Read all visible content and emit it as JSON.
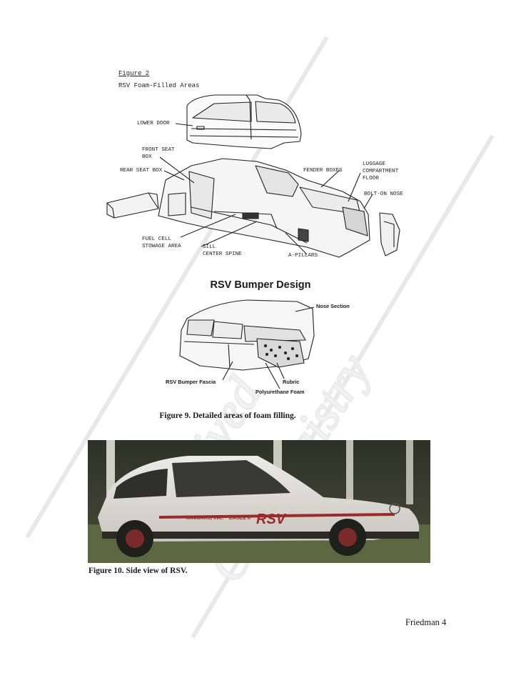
{
  "figure2": {
    "label": "Figure 2",
    "subtitle": "RSV Foam-Filled Areas",
    "callouts": {
      "lower_door": "LOWER DOOR",
      "front_seat_box": "FRONT SEAT\nBOX",
      "rear_seat_box": "REAR SEAT BOX",
      "fender_boxes": "FENDER BOXES",
      "luggage": "LUGGAGE\nCOMPARTMENT\nFLOOR",
      "bolt_on_nose": "BOLT-ON NOSE",
      "fuel_cell": "FUEL CELL\nSTOWAGE AREA",
      "sill": "SILL\nCENTER SPINE",
      "a_pillars": "A-PILLARS"
    }
  },
  "bumper": {
    "title": "RSV Bumper Design",
    "callouts": {
      "nose_section": "Nose Section",
      "fascia": "RSV Bumper Fascia",
      "rubric": "Rubric",
      "foam": "Polyurethane Foam"
    }
  },
  "caption9": "Figure 9.  Detailed areas of foam filling.",
  "photo": {
    "car_text_left": "MINICARS, INC.",
    "car_text_mid": "EAGLE II",
    "car_text_logo": "RSV"
  },
  "caption10": "Figure 10.  Side view of RSV.",
  "footer": "Friedman 4",
  "colors": {
    "stripe": "#9a2b2b",
    "watermark": "#e6e6e6"
  }
}
